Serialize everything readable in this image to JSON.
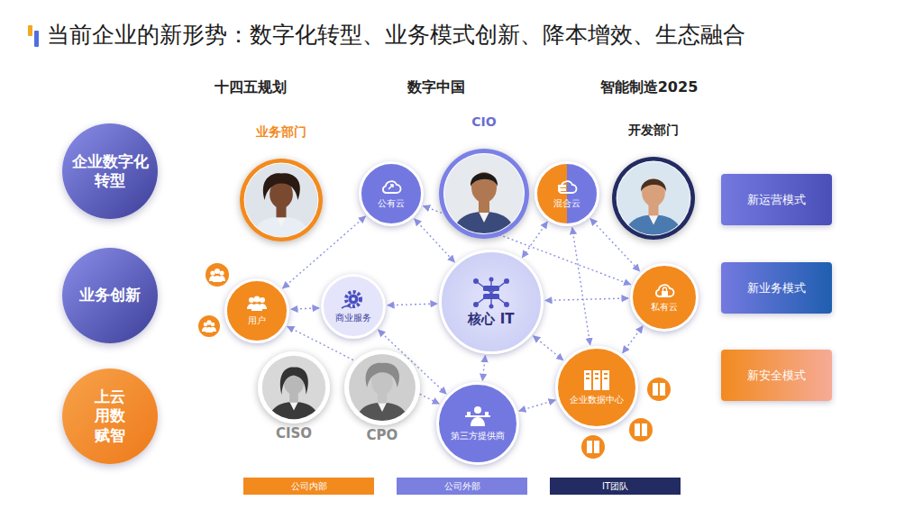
{
  "diagram": {
    "title": "当前企业的新形势：数字化转型、业务模式创新、降本增效、生态融合",
    "nodes": [
      {
        "text": [
          "企业数字化转型"
        ]
      },
      {
        "text": [
          "业务部门"
        ]
      },
      {
        "text": [
          "公有云"
        ]
      },
      {
        "text": [
          "CIO"
        ]
      },
      {
        "text": [
          "混合云"
        ]
      },
      {
        "text": [
          "开发部门"
        ]
      },
      {
        "text": [
          "新运营模式"
        ]
      },
      {
        "text": [
          "业务创新"
        ]
      },
      {
        "text": [
          "用户"
        ]
      },
      {
        "text": [
          "商业服务"
        ]
      },
      {
        "text": [
          "核心 IT"
        ]
      },
      {
        "text": [
          "私有云"
        ]
      },
      {
        "text": [
          "新业务模式"
        ]
      },
      {
        "text": [
          "CISO"
        ]
      },
      {
        "text": [
          "CPO"
        ]
      },
      {
        "text": [
          "第三方提供商"
        ]
      },
      {
        "text": [
          "企业数据中心"
        ]
      },
      {
        "text": [
          "新安全模式"
        ]
      },
      {
        "text": [
          "上云 用数 赋智"
        ]
      }
    ],
    "edges": [
      {
        "from": 8,
        "to": 2,
        "arrow": "both"
      },
      {
        "from": 8,
        "to": 9,
        "arrow": "both"
      },
      {
        "from": 9,
        "to": 10,
        "arrow": "both"
      },
      {
        "from": 2,
        "to": 10,
        "arrow": "both"
      },
      {
        "from": 4,
        "to": 10,
        "arrow": "both"
      },
      {
        "from": 2,
        "to": 11,
        "arrow": "both"
      },
      {
        "from": 4,
        "to": 11,
        "arrow": "both"
      },
      {
        "from": 10,
        "to": 11,
        "arrow": "both"
      },
      {
        "from": 8,
        "to": 15,
        "arrow": "both"
      },
      {
        "from": 9,
        "to": 15,
        "arrow": "both"
      },
      {
        "from": 10,
        "to": 15,
        "arrow": "both"
      },
      {
        "from": 10,
        "to": 16,
        "arrow": "both"
      },
      {
        "from": 4,
        "to": 16,
        "arrow": "both"
      },
      {
        "from": 11,
        "to": 16,
        "arrow": "both"
      },
      {
        "from": 16,
        "to": 15,
        "arrow": "both"
      }
    ],
    "labels": [
      "十四五规划",
      "数字中国",
      "智能制造2025"
    ],
    "legend": [
      {
        "text": "公司内部",
        "color": "#f28a1e"
      },
      {
        "text": "公司外部",
        "color": "#7b7fe0"
      },
      {
        "text": "IT团队",
        "color": "#232b63"
      }
    ]
  }
}
